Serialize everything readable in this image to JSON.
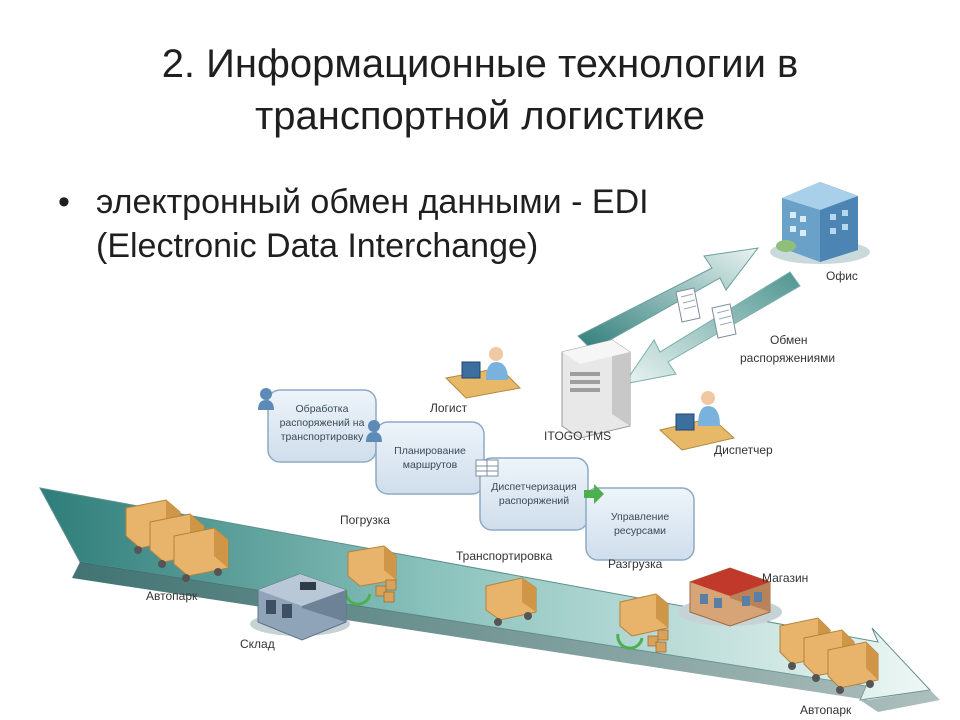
{
  "slide": {
    "title_line1": "2. Информационные технологии в",
    "title_line2": "транспортной логистике",
    "bullet_glyph": "•",
    "bullet_line1": "электронный обмен данными - EDI",
    "bullet_line2": "(Electronic Data Interchange)"
  },
  "diagram": {
    "office": "Офис",
    "exchange_line1": "Обмен",
    "exchange_line2": "распоряжениями",
    "logist": "Логист",
    "tms": "ITOGO.TMS",
    "dispatcher": "Диспетчер",
    "process_1": [
      "Обработка",
      "распоряжений на",
      "транспортировку"
    ],
    "process_2": [
      "Планирование",
      "маршрутов"
    ],
    "process_3": [
      "Диспетчеризация",
      "распоряжений"
    ],
    "process_4": [
      "Управление",
      "ресурсами"
    ],
    "loading": "Погрузка",
    "transport": "Транспортировка",
    "unloading": "Разгрузка",
    "fleet_start": "Автопарк",
    "warehouse": "Склад",
    "store": "Магазин",
    "fleet_end": "Автопарк"
  },
  "colors": {
    "arrow_dark": "#2e7d7a",
    "arrow_light": "#e6f3f1",
    "box_fill": "#dde8f2",
    "box_stroke": "#8ea9c4",
    "truck": "#e8b36a"
  }
}
